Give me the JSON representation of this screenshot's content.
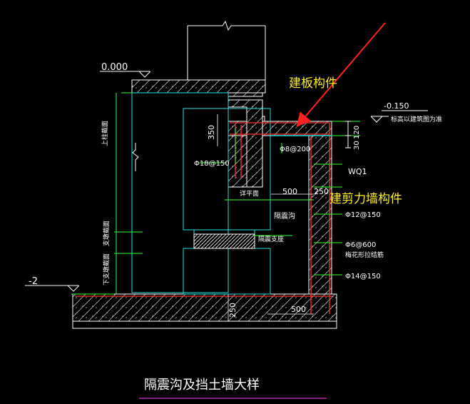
{
  "drawing": {
    "title": "隔震沟及挡土墙大样",
    "background": "#000000",
    "colors": {
      "outline": "#ffffff",
      "member": "#22e0e0",
      "rebar": "#ff3333",
      "leader": "#33ff33",
      "annotation": "#ffee22",
      "pointer": "#ff2020",
      "title_underline": "#cc33cc"
    }
  },
  "levels": {
    "top": "0.000",
    "slab": "-0.150",
    "slab_note": "标高以建筑图为准",
    "bottom": "-2"
  },
  "dimensions": {
    "d350": "350",
    "d120": "120",
    "d30": "30",
    "d500_top": "500",
    "d250_top": "250",
    "d250_bottom": "250",
    "d500_bottom": "500"
  },
  "labels": {
    "rebar_top_bar": "Φ18@150",
    "rebar_slab": "Φ8@200",
    "wall_id": "WQ1",
    "rebar_wall_1": "Φ12@150",
    "rebar_wall_2": "Φ6@600",
    "rebar_wall_2_note": "梅花形拉结筋",
    "rebar_wall_3": "Φ14@150",
    "trench": "隔震沟",
    "bearing": "隔震支座",
    "elevation_note": "详平面",
    "vertical_1": "上柱截面",
    "vertical_2": "支墩截面",
    "vertical_3": "下支墩截面"
  },
  "annotations": {
    "slab": "建板构件",
    "wall": "建剪力墙构件"
  }
}
